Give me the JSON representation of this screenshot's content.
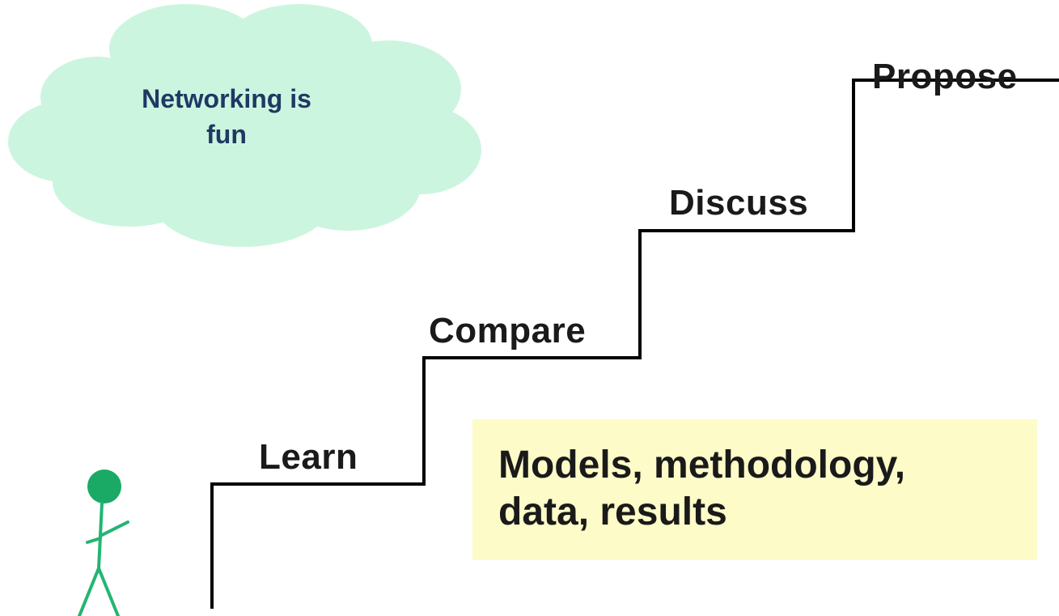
{
  "cloud": {
    "line1": "Networking is",
    "line2": "fun",
    "fill_color": "#ccf5df",
    "text_color": "#1f3864"
  },
  "steps": [
    {
      "label": "Learn"
    },
    {
      "label": "Compare"
    },
    {
      "label": "Discuss"
    },
    {
      "label": "Propose"
    }
  ],
  "callout": {
    "line1": "Models, methodology,",
    "line2": "data, results",
    "background": "#fdfbc8"
  },
  "stick_figure": {
    "color": "#22b573",
    "head_color": "#1aaa66"
  }
}
